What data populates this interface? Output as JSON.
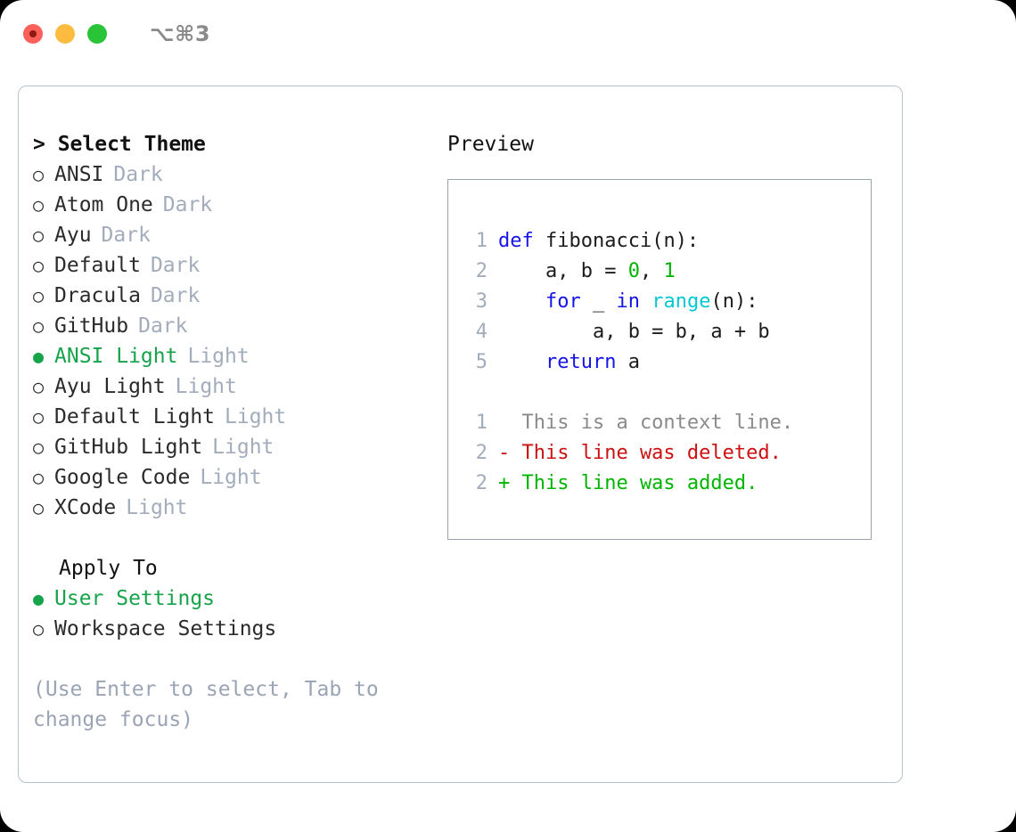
{
  "titlebar": {
    "shortcut": "⌥⌘3",
    "buttons": [
      "close",
      "minimize",
      "maximize"
    ]
  },
  "left": {
    "heading": "> Select Theme",
    "themes": [
      {
        "bullet": "○",
        "name": "ANSI",
        "tag": "Dark",
        "selected": false
      },
      {
        "bullet": "○",
        "name": "Atom One",
        "tag": "Dark",
        "selected": false
      },
      {
        "bullet": "○",
        "name": "Ayu",
        "tag": "Dark",
        "selected": false
      },
      {
        "bullet": "○",
        "name": "Default",
        "tag": "Dark",
        "selected": false
      },
      {
        "bullet": "○",
        "name": "Dracula",
        "tag": "Dark",
        "selected": false
      },
      {
        "bullet": "○",
        "name": "GitHub",
        "tag": "Dark",
        "selected": false
      },
      {
        "bullet": "●",
        "name": "ANSI Light",
        "tag": "Light",
        "selected": true
      },
      {
        "bullet": "○",
        "name": "Ayu Light",
        "tag": "Light",
        "selected": false
      },
      {
        "bullet": "○",
        "name": "Default Light",
        "tag": "Light",
        "selected": false
      },
      {
        "bullet": "○",
        "name": "GitHub Light",
        "tag": "Light",
        "selected": false
      },
      {
        "bullet": "○",
        "name": "Google Code",
        "tag": "Light",
        "selected": false
      },
      {
        "bullet": "○",
        "name": "XCode",
        "tag": "Light",
        "selected": false
      }
    ],
    "apply_to_title": "Apply To",
    "apply_to": [
      {
        "bullet": "●",
        "name": "User Settings",
        "selected": true
      },
      {
        "bullet": "○",
        "name": "Workspace Settings",
        "selected": false
      }
    ],
    "hint": "(Use Enter to select, Tab to change focus)"
  },
  "right": {
    "preview_title": "Preview",
    "code": [
      {
        "n": "1",
        "tokens": [
          {
            "t": "def",
            "c": "kw"
          },
          {
            "t": " fibonacci(n):",
            "c": "txt"
          }
        ]
      },
      {
        "n": "2",
        "tokens": [
          {
            "t": "    a, b = ",
            "c": "txt"
          },
          {
            "t": "0",
            "c": "num"
          },
          {
            "t": ", ",
            "c": "txt"
          },
          {
            "t": "1",
            "c": "num"
          }
        ]
      },
      {
        "n": "3",
        "tokens": [
          {
            "t": "    ",
            "c": "txt"
          },
          {
            "t": "for",
            "c": "kw"
          },
          {
            "t": " _ ",
            "c": "txt"
          },
          {
            "t": "in",
            "c": "kw"
          },
          {
            "t": " ",
            "c": "txt"
          },
          {
            "t": "range",
            "c": "fn"
          },
          {
            "t": "(n):",
            "c": "txt"
          }
        ]
      },
      {
        "n": "4",
        "tokens": [
          {
            "t": "        a, b = b, a + b",
            "c": "txt"
          }
        ]
      },
      {
        "n": "5",
        "tokens": [
          {
            "t": "    ",
            "c": "txt"
          },
          {
            "t": "return",
            "c": "kw"
          },
          {
            "t": " a",
            "c": "txt"
          }
        ]
      }
    ],
    "diff": [
      {
        "n": "1",
        "text": "  This is a context line.",
        "kind": "ctx"
      },
      {
        "n": "2",
        "text": "- This line was deleted.",
        "kind": "del"
      },
      {
        "n": "2",
        "text": "+ This line was added.",
        "kind": "add"
      }
    ]
  },
  "colors": {
    "accent_green": "#16a34a",
    "keyword_blue": "#1414e6",
    "function_cyan": "#00c8d4",
    "number_green": "#00b300",
    "diff_added": "#00b400",
    "diff_deleted": "#cc1111",
    "muted_grey": "#a3acbb",
    "border": "#b9c0cc"
  }
}
